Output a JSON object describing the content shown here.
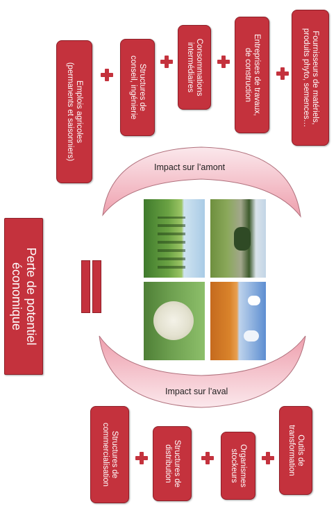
{
  "upstream": {
    "label": "Impact sur l’amont",
    "boxes": [
      {
        "line1": "Fournisseurs de matériels,",
        "line2": "produits phyto, semences…"
      },
      {
        "line1": "Entreprises de travaux,",
        "line2": "de construction"
      },
      {
        "line1": "Consommations",
        "line2": "intermédiaires"
      },
      {
        "line1": "Structures de",
        "line2": "conseil, ingénierie"
      },
      {
        "line1": "Emplois agricoles",
        "line2": "(permanents et saisonniers)"
      }
    ]
  },
  "downstream": {
    "label": "Impact sur l’aval",
    "boxes": [
      {
        "line1": "Outils de",
        "line2": "transformation"
      },
      {
        "line1": "Organismes",
        "line2": "stockeurs"
      },
      {
        "line1": "Structures de",
        "line2": "distribution"
      },
      {
        "line1": "Structures de",
        "line2": "commercialisation"
      }
    ]
  },
  "result": {
    "line1": "Perte de potentiel",
    "line2": "économique"
  },
  "photos": [
    "vineyard-photo",
    "farm-landscape-photo",
    "cauliflower-photo",
    "wheat-field-photo"
  ],
  "colors": {
    "box": "#c4323d",
    "arc": "#f3c3cb"
  }
}
